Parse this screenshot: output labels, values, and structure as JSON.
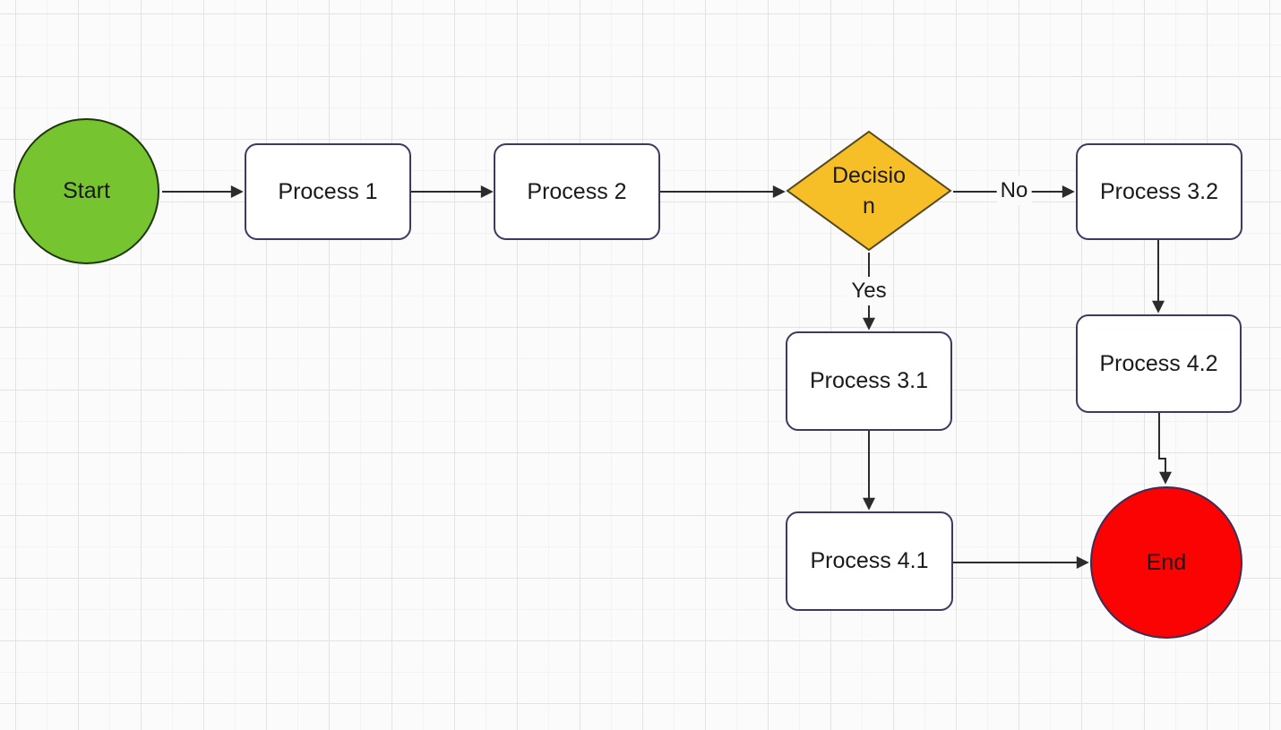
{
  "canvas": {
    "background": "#FBFBFB",
    "grid_minor_color": "#F3F3F4",
    "grid_major_color": "#E3E3E6",
    "connector_color": "#2B2B2B",
    "text_color": "#1A1A1A"
  },
  "nodes": {
    "start": {
      "label": "Start",
      "shape": "circle",
      "fill": "#76C430",
      "stroke": "#1E3708"
    },
    "process1": {
      "label": "Process 1",
      "shape": "rounded-rectangle",
      "fill": "#FFFFFF",
      "stroke": "#3B3A62"
    },
    "process2": {
      "label": "Process 2",
      "shape": "rounded-rectangle",
      "fill": "#FFFFFF",
      "stroke": "#3B3A62"
    },
    "decision": {
      "label": "Decision",
      "label_lines": [
        "Decisio",
        "n"
      ],
      "shape": "diamond",
      "fill": "#F6BE27",
      "stroke": "#55481D"
    },
    "process32": {
      "label": "Process 3.2",
      "shape": "rounded-rectangle",
      "fill": "#FFFFFF",
      "stroke": "#3B3A62"
    },
    "process31": {
      "label": "Process 3.1",
      "shape": "rounded-rectangle",
      "fill": "#FFFFFF",
      "stroke": "#3B3A62"
    },
    "process42": {
      "label": "Process 4.2",
      "shape": "rounded-rectangle",
      "fill": "#FFFFFF",
      "stroke": "#3B3A62"
    },
    "process41": {
      "label": "Process 4.1",
      "shape": "rounded-rectangle",
      "fill": "#FFFFFF",
      "stroke": "#3B3A62"
    },
    "end": {
      "label": "End",
      "shape": "circle",
      "fill": "#FB0303",
      "stroke": "#3A2D57"
    }
  },
  "edges": {
    "no": {
      "label": "No"
    },
    "yes": {
      "label": "Yes"
    }
  }
}
